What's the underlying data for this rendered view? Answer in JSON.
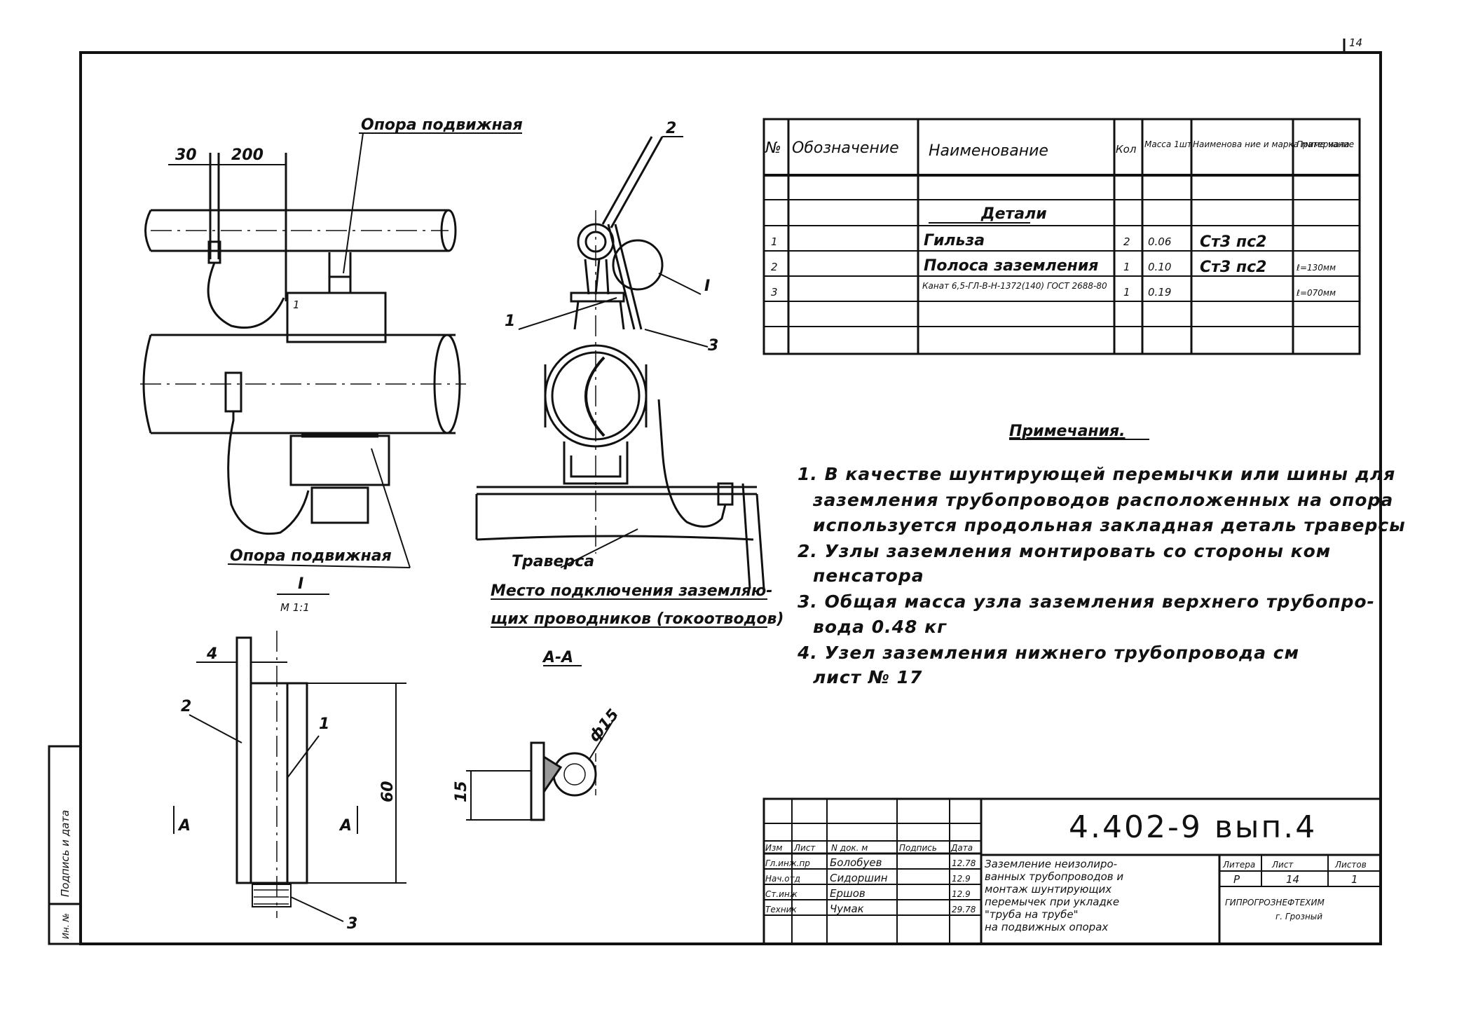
{
  "colors": {
    "ink": "#111111",
    "paper": "#ffffff"
  },
  "drawing": {
    "corner_mark": "14",
    "label_support_top": "Опора подвижная",
    "dim_30": "30",
    "dim_200": "200",
    "label_support_bottom": "Опора подвижная",
    "label_node": "I",
    "label_node_sub": "М 1:1",
    "callout_1": "1",
    "label_beam": "Траверса",
    "callout_2": "2",
    "callout_I": "I",
    "callout_3": "3",
    "connection_line1": "Место подключения заземляю-",
    "connection_line2": "щих проводников (токоотводов)",
    "section_label": "А-А",
    "dim_4": "4",
    "detail_callout_2": "2",
    "detail_callout_1": "1",
    "dim_60": "60",
    "section_mark_left": "А",
    "section_mark_right": "А",
    "detail_callout_3": "3",
    "dim_15": "15",
    "dim_d15": "ф15",
    "side_stamp": "Подпись и дата",
    "side_stamp2": "Ин. №"
  },
  "spec": {
    "headers": [
      "№",
      "Обозначение",
      "Наименование",
      "Кол",
      "Масса 1шт",
      "Наименова ние и марка материала",
      "Приме чание"
    ],
    "section": "Детали",
    "rows": [
      [
        "1",
        "",
        "Гильза",
        "2",
        "0.06",
        "Ст3 пс2",
        ""
      ],
      [
        "2",
        "",
        "Полоса заземления",
        "1",
        "0.10",
        "Ст3 пс2",
        "ℓ=130мм"
      ],
      [
        "3",
        "",
        "Канат 6,5-ГЛ-В-Н-1372(140) ГОСТ 2688-80",
        "1",
        "0.19",
        "",
        "ℓ=070мм"
      ]
    ]
  },
  "notes": {
    "title": "Примечания.",
    "lines": [
      "1. В качестве шунтирующей перемычки или шины для",
      "заземления трубопроводов расположенных на опора",
      "используется продольная закладная деталь траверсы",
      "2. Узлы заземления монтировать со стороны ком",
      "пенсатора",
      "3. Общая масса узла заземления верхнего трубопро-",
      "вода 0.48 кг",
      "4. Узел заземления нижнего трубопровода см",
      "лист № 17"
    ]
  },
  "title_block": {
    "code": "4.402-9 вып.4",
    "col_headers": [
      "Изм",
      "Лист",
      "N док. м",
      "Подпись",
      "Дата"
    ],
    "people": [
      {
        "role": "Гл.инж.пр",
        "name": "Болобуев",
        "date": "12.78"
      },
      {
        "role": "Нач.отд",
        "name": "Сидоршин",
        "date": "12.9"
      },
      {
        "role": "Ст.инж",
        "name": "Ершов",
        "date": "12.9"
      },
      {
        "role": "Техник",
        "name": "Чумак",
        "date": "29.78"
      }
    ],
    "description": [
      "Заземление неизолиро-",
      "ванных трубопроводов и",
      "монтаж шунтирующих",
      "перемычек при укладке",
      "\"труба на трубе\"",
      "на подвижных опорах"
    ],
    "stage_header": "Литера",
    "sheet_header": "Лист",
    "sheets_header": "Листов",
    "stage": "Р",
    "sheet": "14",
    "sheets": "1",
    "org": "ГИПРОГРОЗНЕФТЕХИМ",
    "city": "г. Грозный"
  }
}
